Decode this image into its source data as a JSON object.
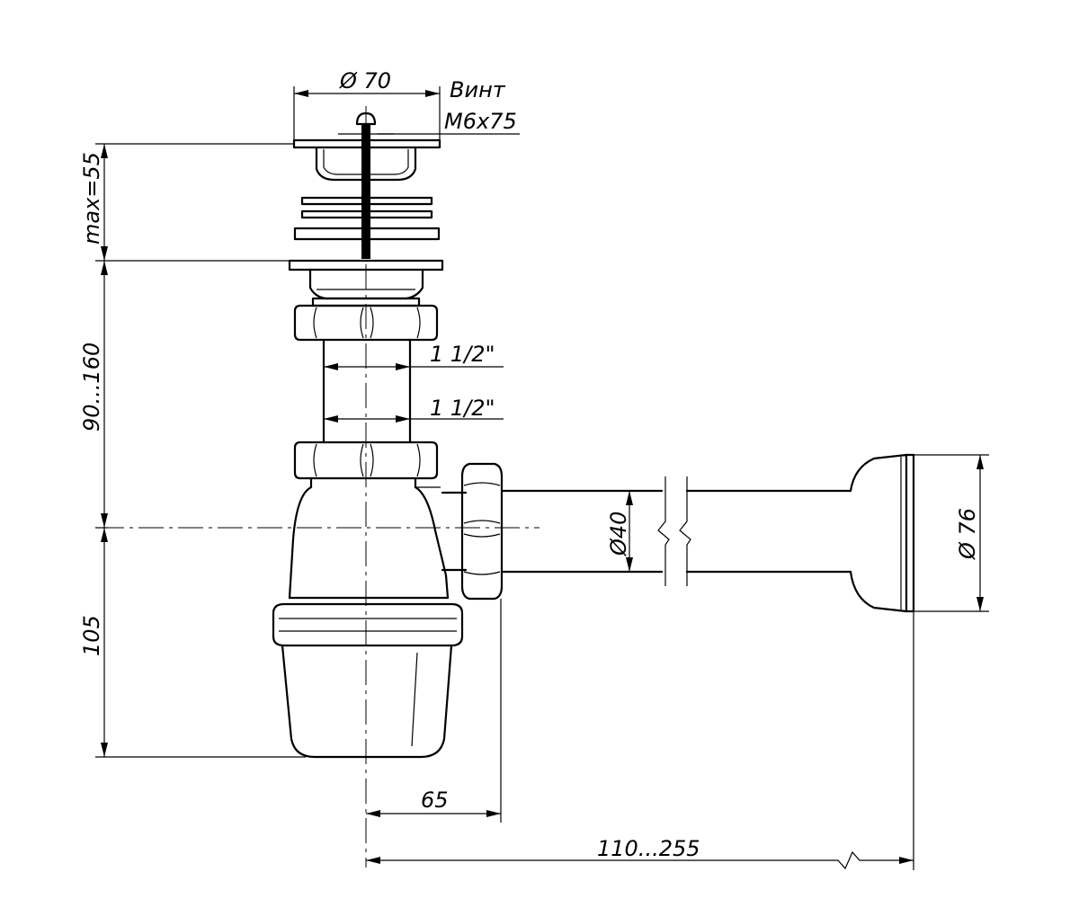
{
  "labels": {
    "top_diameter": "Ø 70",
    "screw_title": "Винт",
    "screw_size": "M6x75",
    "thread_upper": "1 1/2\"",
    "thread_lower": "1 1/2\"",
    "pipe_diameter": "Ø40",
    "outlet_diameter": "Ø 76",
    "max_height": "max=55",
    "adjust_height": "90...160",
    "trap_height": "105",
    "offset_65": "65",
    "length_range": "110...255"
  }
}
